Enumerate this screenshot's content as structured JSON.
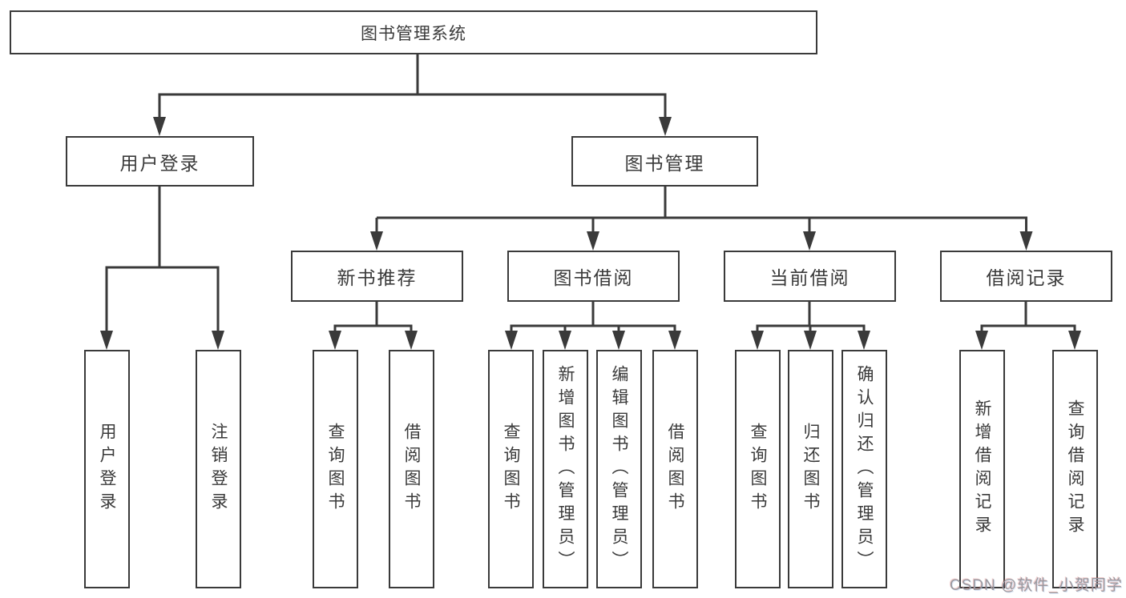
{
  "diagram": {
    "type": "hierarchy-tree",
    "colors": {
      "background": "#ffffff",
      "line": "#3a3a3a",
      "box_border": "#3a3a3a",
      "text": "#3a3a3a",
      "watermark": "#9a9aa0"
    },
    "nodes": {
      "root": {
        "label": "图书管理系统",
        "level": 1
      },
      "user_login": {
        "label": "用户登录",
        "level": 2
      },
      "book_mgmt": {
        "label": "图书管理",
        "level": 2
      },
      "new_book_rec": {
        "label": "新书推荐",
        "level": 3
      },
      "book_borrow": {
        "label": "图书借阅",
        "level": 3
      },
      "current_borrow": {
        "label": "当前借阅",
        "level": 3
      },
      "borrow_records": {
        "label": "借阅记录",
        "level": 3
      },
      "leaf_user_login": {
        "label": "用户登录",
        "level": 4
      },
      "leaf_logout": {
        "label": "注销登录",
        "level": 4
      },
      "leaf_nbr_query": {
        "label": "查询图书",
        "level": 4
      },
      "leaf_nbr_borrow": {
        "label": "借阅图书",
        "level": 4
      },
      "leaf_bb_query": {
        "label": "查询图书",
        "level": 4
      },
      "leaf_bb_add": {
        "label": "新增图书（管理员）",
        "level": 4
      },
      "leaf_bb_edit": {
        "label": "编辑图书（管理员）",
        "level": 4
      },
      "leaf_bb_borrow": {
        "label": "借阅图书",
        "level": 4
      },
      "leaf_cb_query": {
        "label": "查询图书",
        "level": 4
      },
      "leaf_cb_return": {
        "label": "归还图书",
        "level": 4
      },
      "leaf_cb_confirm": {
        "label": "确认归还（管理员）",
        "level": 4
      },
      "leaf_br_add": {
        "label": "新增借阅记录",
        "level": 4
      },
      "leaf_br_query": {
        "label": "查询借阅记录",
        "level": 4
      }
    },
    "edges": [
      {
        "from": "root",
        "to": "user_login"
      },
      {
        "from": "root",
        "to": "book_mgmt"
      },
      {
        "from": "user_login",
        "to": "leaf_user_login"
      },
      {
        "from": "user_login",
        "to": "leaf_logout"
      },
      {
        "from": "book_mgmt",
        "to": "new_book_rec"
      },
      {
        "from": "book_mgmt",
        "to": "book_borrow"
      },
      {
        "from": "book_mgmt",
        "to": "current_borrow"
      },
      {
        "from": "book_mgmt",
        "to": "borrow_records"
      },
      {
        "from": "new_book_rec",
        "to": "leaf_nbr_query"
      },
      {
        "from": "new_book_rec",
        "to": "leaf_nbr_borrow"
      },
      {
        "from": "book_borrow",
        "to": "leaf_bb_query"
      },
      {
        "from": "book_borrow",
        "to": "leaf_bb_add"
      },
      {
        "from": "book_borrow",
        "to": "leaf_bb_edit"
      },
      {
        "from": "book_borrow",
        "to": "leaf_bb_borrow"
      },
      {
        "from": "current_borrow",
        "to": "leaf_cb_query"
      },
      {
        "from": "current_borrow",
        "to": "leaf_cb_return"
      },
      {
        "from": "current_borrow",
        "to": "leaf_cb_confirm"
      },
      {
        "from": "borrow_records",
        "to": "leaf_br_add"
      },
      {
        "from": "borrow_records",
        "to": "leaf_br_query"
      }
    ],
    "watermark": "CSDN @软件_小贺同学"
  }
}
